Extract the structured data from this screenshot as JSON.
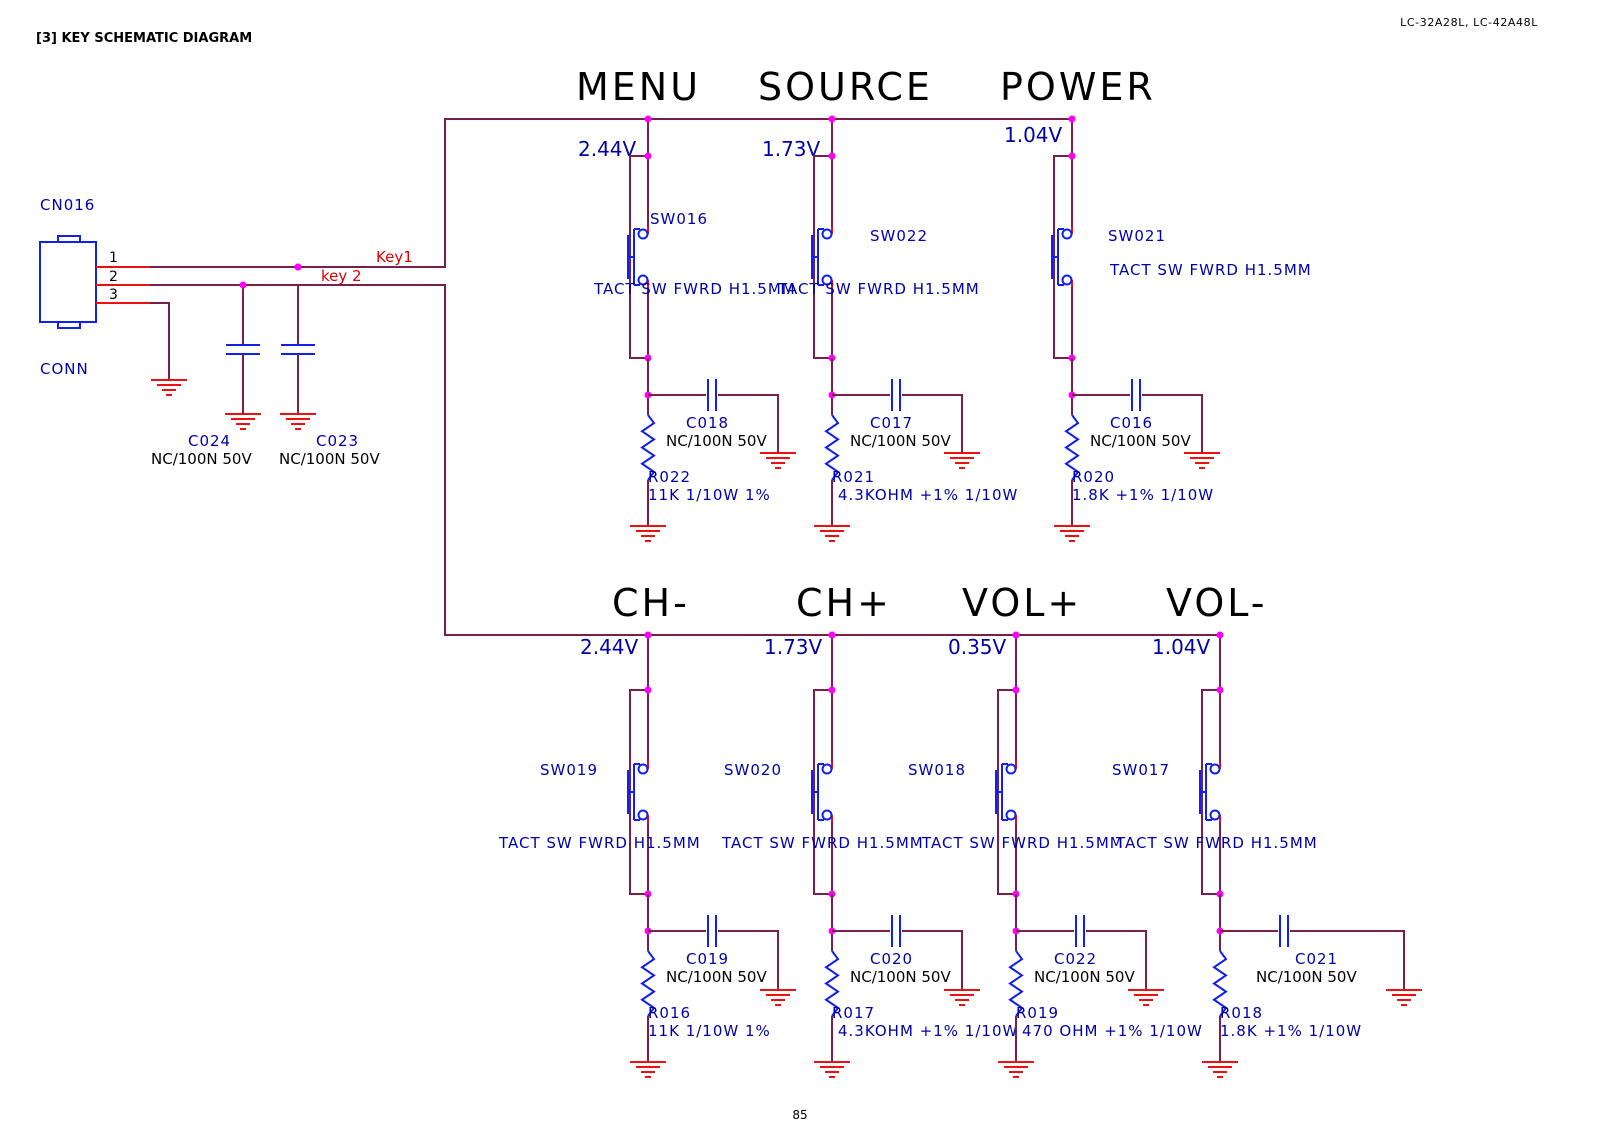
{
  "header": {
    "title": "[3] KEY SCHEMATIC DIAGRAM",
    "model": "LC-32A28L, LC-42A48L",
    "page_number": "85"
  },
  "connector": {
    "ref": "CN016",
    "name": "CONN",
    "pins": [
      "1",
      "2",
      "3"
    ],
    "nets": [
      "Key1",
      "key 2"
    ]
  },
  "input_caps": [
    {
      "ref": "C024",
      "value": "NC/100N 50V"
    },
    {
      "ref": "C023",
      "value": "NC/100N 50V"
    }
  ],
  "buttons": [
    {
      "name": "MENU",
      "voltage": "2.44V",
      "switch": "SW016",
      "switch_type": "TACT SW FWRD H1.5MM",
      "cap": "C018",
      "cap_value": "NC/100N 50V",
      "resistor": "R022",
      "resistor_value": "11K 1/10W 1%"
    },
    {
      "name": "SOURCE",
      "voltage": "1.73V",
      "switch": "SW022",
      "switch_type": "TACT SW FWRD H1.5MM",
      "cap": "C017",
      "cap_value": "NC/100N 50V",
      "resistor": "R021",
      "resistor_value": "4.3KOHM +1% 1/10W"
    },
    {
      "name": "POWER",
      "voltage": "1.04V",
      "switch": "SW021",
      "switch_type": "TACT SW FWRD H1.5MM",
      "cap": "C016",
      "cap_value": "NC/100N 50V",
      "resistor": "R020",
      "resistor_value": "1.8K +1% 1/10W"
    },
    {
      "name": "CH-",
      "voltage": "2.44V",
      "switch": "SW019",
      "switch_type": "TACT SW FWRD H1.5MM",
      "cap": "C019",
      "cap_value": "NC/100N 50V",
      "resistor": "R016",
      "resistor_value": "11K 1/10W 1%"
    },
    {
      "name": "CH+",
      "voltage": "1.73V",
      "switch": "SW020",
      "switch_type": "TACT SW FWRD H1.5MM",
      "cap": "C020",
      "cap_value": "NC/100N 50V",
      "resistor": "R017",
      "resistor_value": "4.3KOHM +1% 1/10W"
    },
    {
      "name": "VOL+",
      "voltage": "0.35V",
      "switch": "SW018",
      "switch_type": "TACT SW FWRD H1.5MM",
      "cap": "C022",
      "cap_value": "NC/100N 50V",
      "resistor": "R019",
      "resistor_value": "470 OHM +1% 1/10W"
    },
    {
      "name": "VOL-",
      "voltage": "1.04V",
      "switch": "SW017",
      "switch_type": "TACT SW FWRD H1.5MM",
      "cap": "C021",
      "cap_value": "NC/100N 50V",
      "resistor": "R018",
      "resistor_value": "1.8K +1% 1/10W"
    }
  ],
  "colors": {
    "wire": "#7a1f4a",
    "pin_stub": "#ee1010",
    "component": "#1020ee",
    "junction": "#ff00ff",
    "label_blue": "#0000a8",
    "net_label_red": "#e00000"
  }
}
